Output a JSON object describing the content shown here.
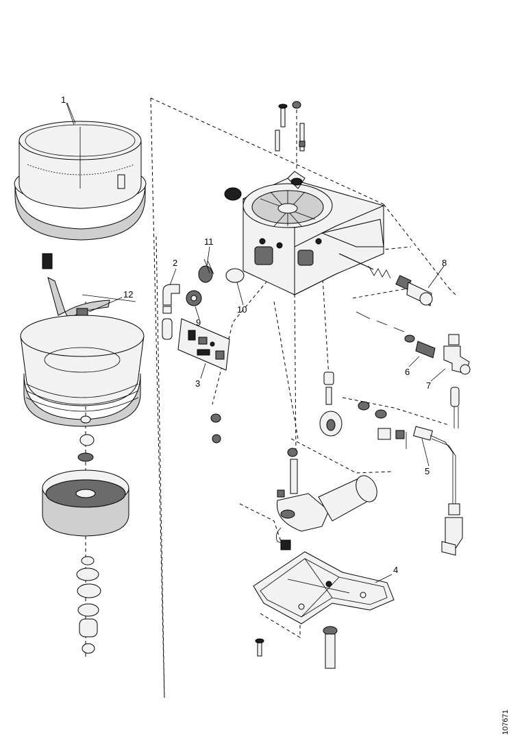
{
  "diagram": {
    "callouts": [
      "1",
      "2",
      "3",
      "4",
      "5",
      "6",
      "7",
      "8",
      "9",
      "10",
      "11",
      "12"
    ],
    "document_id": "107671"
  }
}
